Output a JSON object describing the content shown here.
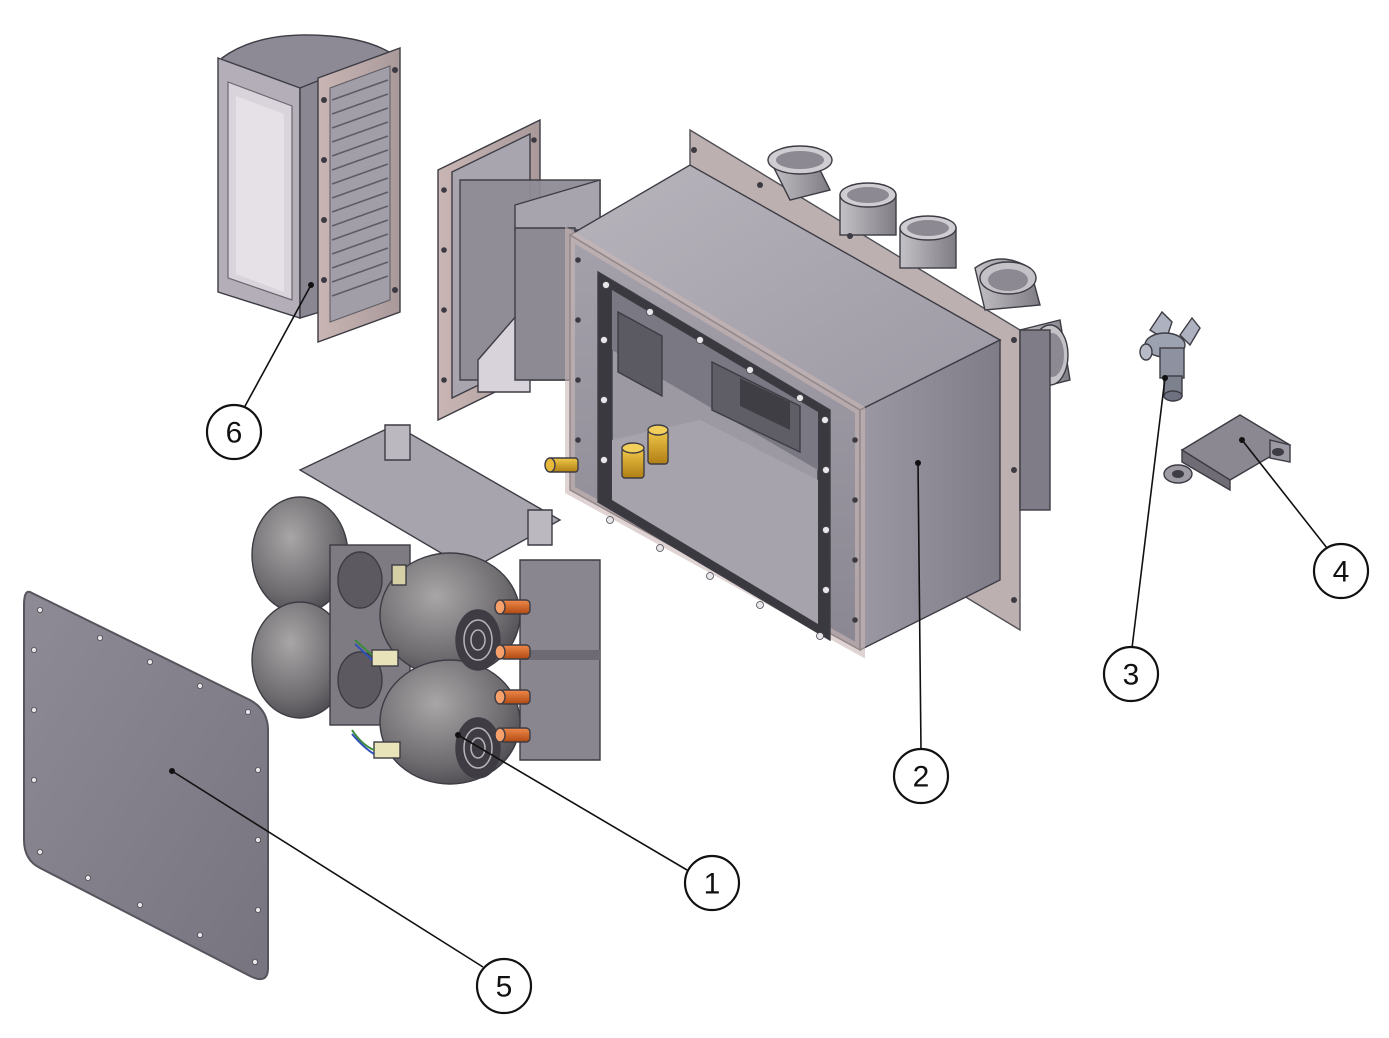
{
  "callouts": [
    {
      "label": "1"
    },
    {
      "label": "2"
    },
    {
      "label": "3"
    },
    {
      "label": "4"
    },
    {
      "label": "5"
    },
    {
      "label": "6"
    }
  ],
  "parts": [
    {
      "icon": "blower-fan-assembly-icon"
    },
    {
      "icon": "heater-housing-icon"
    },
    {
      "icon": "valve-fitting-icon"
    },
    {
      "icon": "mounting-bracket-icon"
    },
    {
      "icon": "cover-plate-icon"
    },
    {
      "icon": "air-intake-duct-icon"
    }
  ],
  "colors": {
    "steel_light": "#bab6c0",
    "steel_mid": "#8f8c98",
    "steel_dark": "#67656f",
    "gasket": "#3b3a40",
    "copper": "#d2601e",
    "brass": "#d4a42a",
    "callout_stroke": "#111111"
  }
}
